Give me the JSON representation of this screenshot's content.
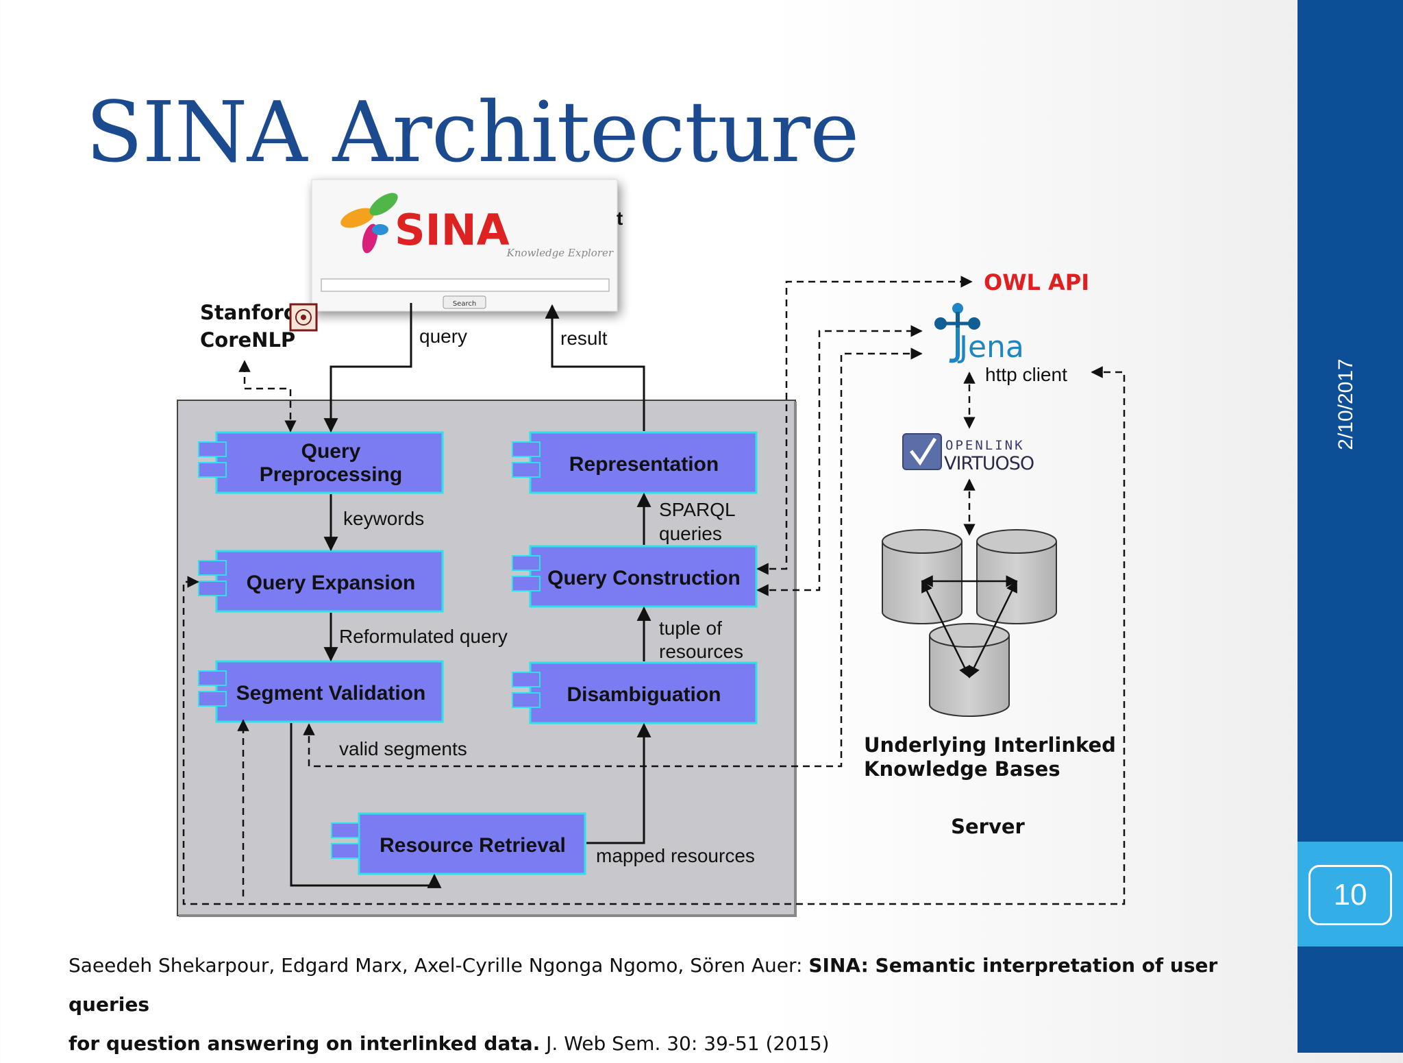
{
  "slide": {
    "title": "SINA Architecture",
    "date": "2/10/2017",
    "page_number": "10"
  },
  "citation": {
    "authors": "Saeedeh Shekarpour, Edgard Marx, Axel-Cyrille Ngonga Ngomo, Sören Auer: ",
    "title_part1": "SINA: Semantic interpretation of user queries",
    "title_part2": "for question answering on interlinked data.",
    "venue": " J. Web Sem. 30: 39-51 (2015)"
  },
  "sina_ui": {
    "logo_text": "SINA",
    "tagline": "Knowledge Explorer",
    "search_button": "Search",
    "search_value": "",
    "cut_char": "t"
  },
  "components": {
    "query_preprocessing": [
      "Query",
      "Preprocessing"
    ],
    "query_expansion": "Query Expansion",
    "segment_validation": "Segment Validation",
    "representation": "Representation",
    "query_construction": "Query Construction",
    "disambiguation": "Disambiguation",
    "resource_retrieval": "Resource Retrieval"
  },
  "edge_labels": {
    "query": "query",
    "result": "result",
    "keywords": "keywords",
    "reformulated_query": "Reformulated query",
    "sparql_queries": [
      "SPARQL",
      "queries"
    ],
    "tuple_of_resources": [
      "tuple of",
      "resources"
    ],
    "valid_segments": "valid segments",
    "mapped_resources": "mapped resources"
  },
  "external": {
    "stanford": [
      "Stanford",
      "CoreNLP"
    ],
    "owl_api": "OWL API",
    "jena": "Jena",
    "http_client": "http client",
    "openlink": "OPENLINK",
    "virtuoso": "VIRTUOSO",
    "kb_label": [
      "Underlying Interlinked",
      "Knowledge Bases"
    ],
    "server": "Server"
  },
  "colors": {
    "title": "#1b4a8f",
    "side_bar": "#0d4f96",
    "page_box": "#33aee6",
    "component_fill": "#7b7bf2",
    "component_border": "#2ee0e8",
    "panel_fill": "#c8c7cc",
    "owl_api": "#e02020",
    "jena": "#1f86c4"
  }
}
